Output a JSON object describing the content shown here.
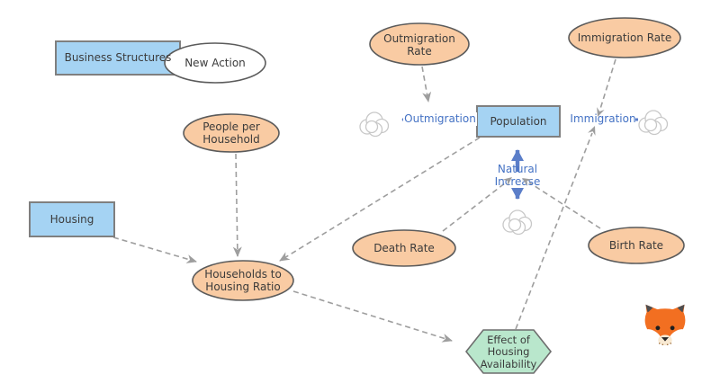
{
  "diagram": {
    "nodes": {
      "business_structures": "Business Structures",
      "new_action": "New Action",
      "outmigration_rate": "Outmigration Rate",
      "immigration_rate": "Immigration Rate",
      "people_per_household": "People per Household",
      "population": "Population",
      "housing": "Housing",
      "death_rate": "Death Rate",
      "birth_rate": "Birth Rate",
      "households_to_housing_ratio": "Households to Housing Ratio",
      "effect_of_housing_availability": "Effect of Housing Availability"
    },
    "flows": {
      "outmigration": "Outmigration",
      "immigration": "Immigration",
      "natural_increase": "Natural Increase"
    },
    "icons": {
      "fox": "fox-face",
      "cloud": "cloud-source-sink"
    },
    "colors": {
      "stock_fill": "#a5d3f3",
      "stock_border": "#7f7f7f",
      "variable_fill": "#f9cba3",
      "variable_border": "#5b5b5b",
      "action_fill": "#ffffff",
      "effect_fill": "#b9e7cc",
      "effect_border": "#6e6e6e",
      "flow_arrow": "#5b7ec9",
      "flow_label": "#4472c4",
      "connector": "#9e9e9e",
      "cloud_stroke": "#c8c8c8",
      "node_text": "#3b3b3b"
    }
  }
}
